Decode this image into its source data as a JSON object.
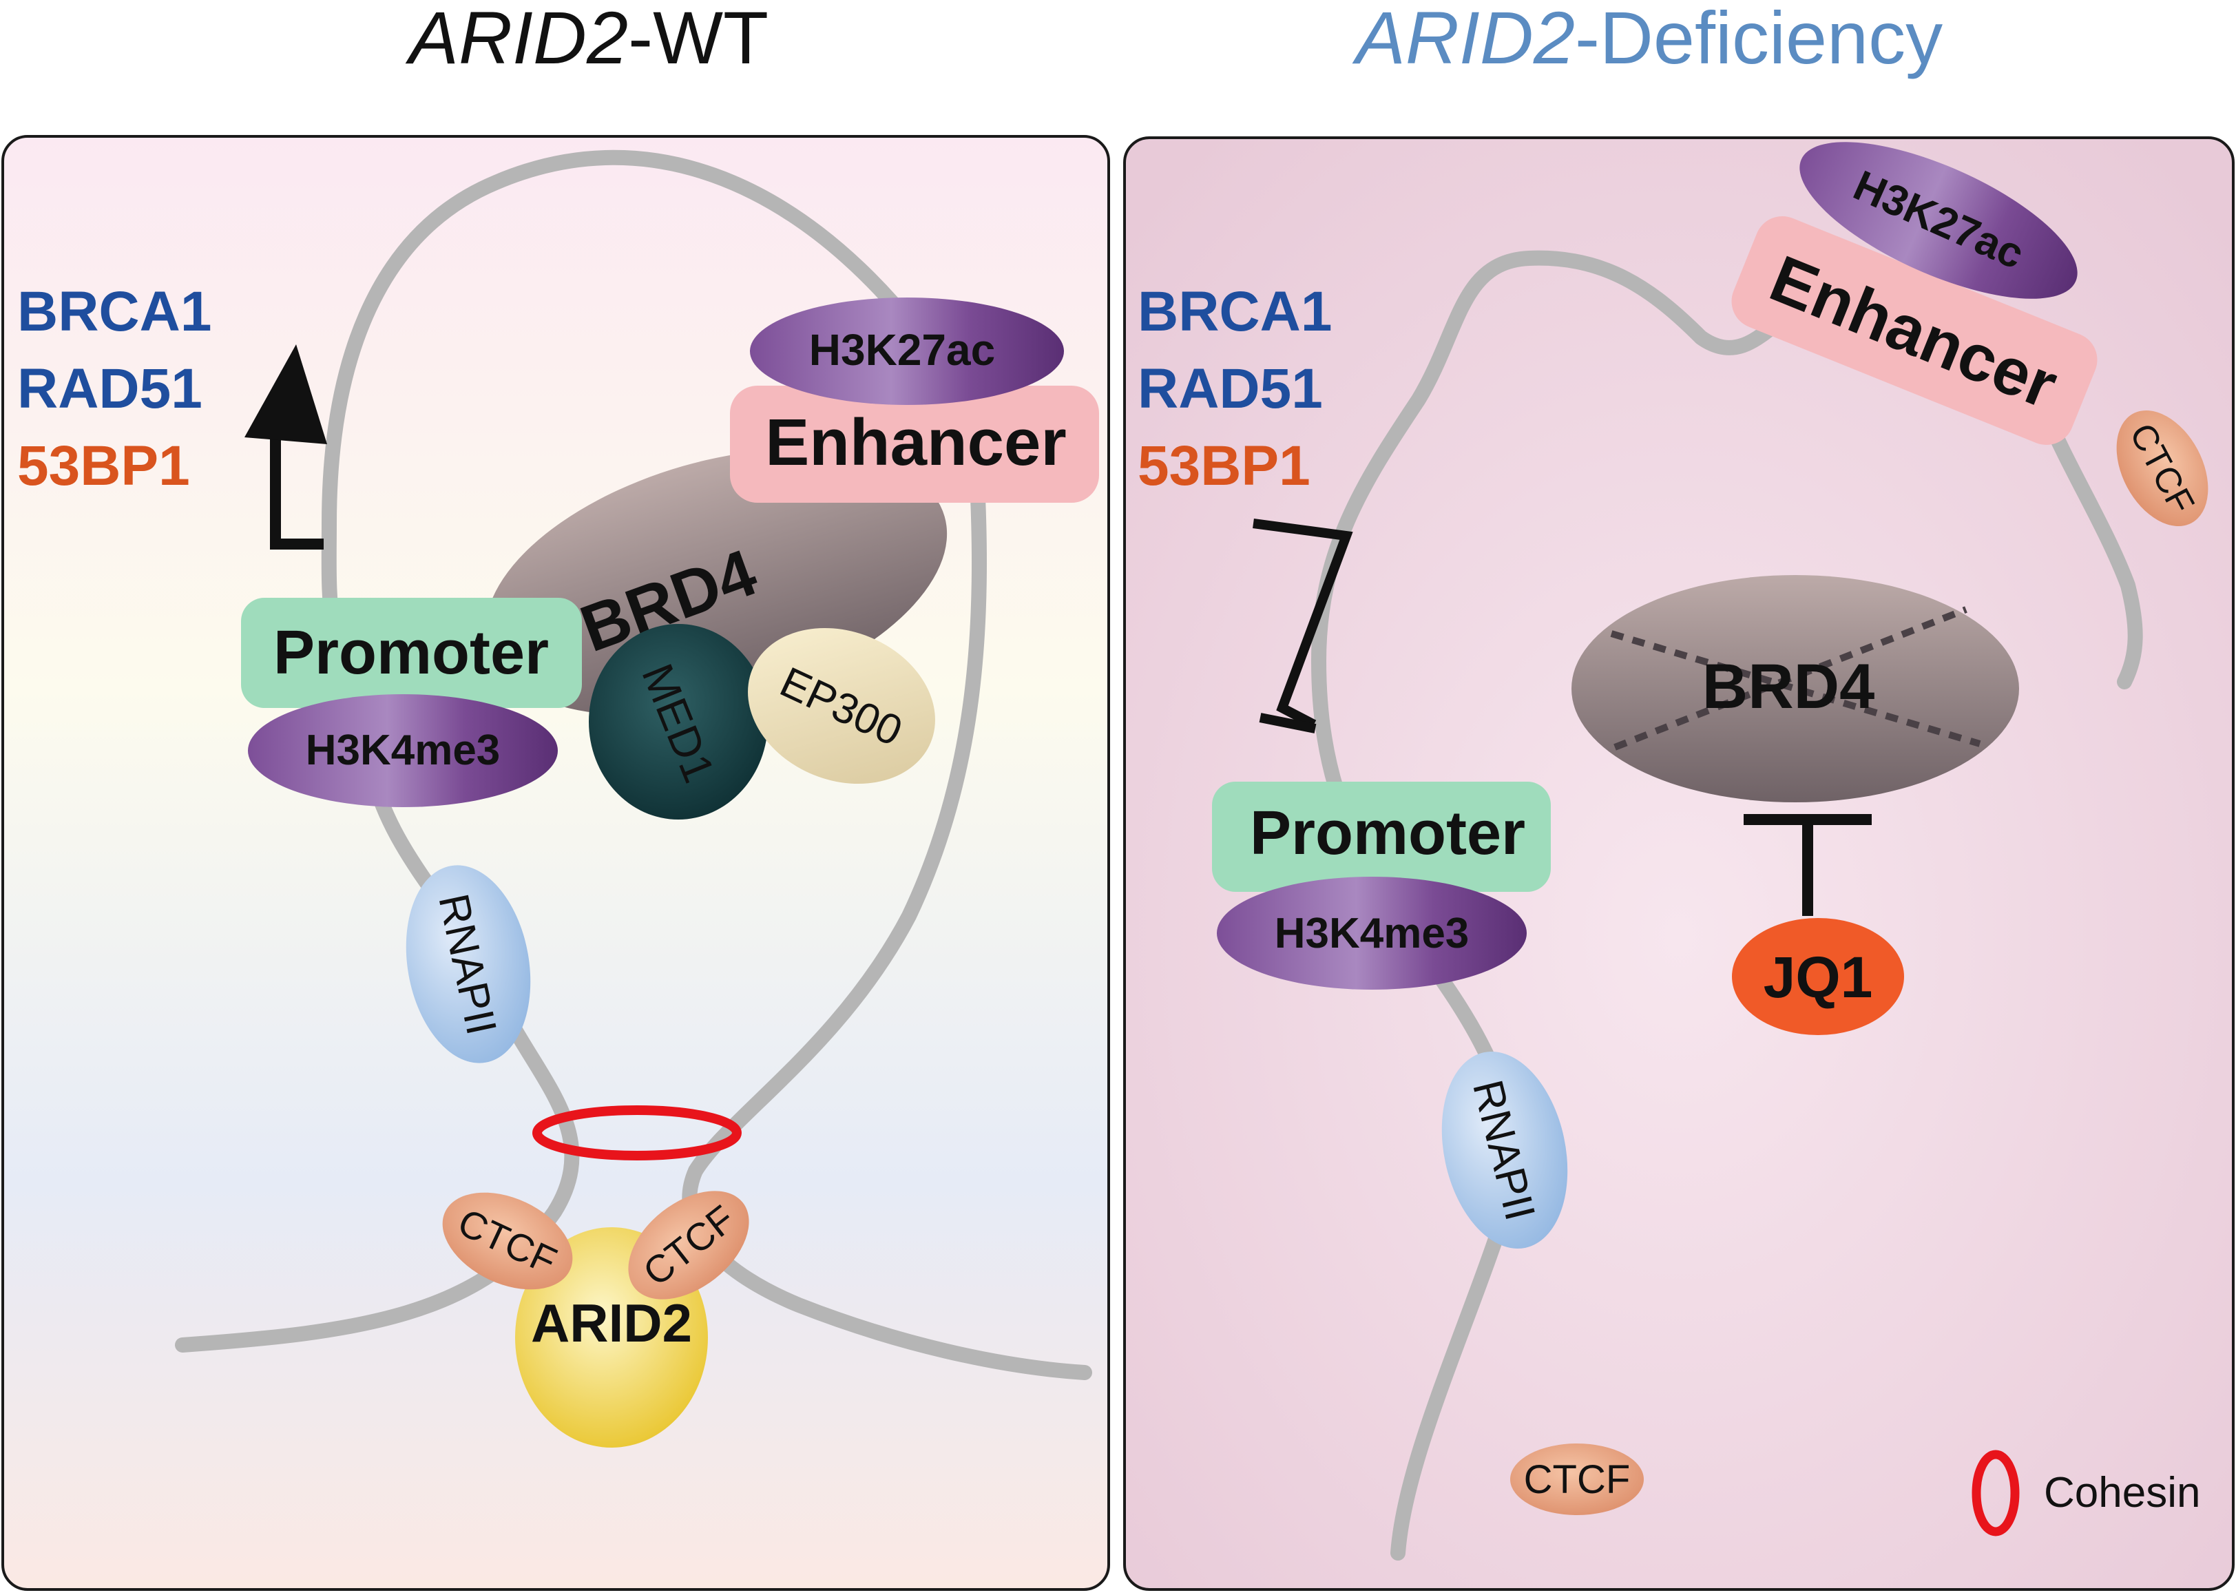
{
  "titles": {
    "left_gene": "ARID2",
    "left_suffix": "-WT",
    "right_gene": "ARID2",
    "right_suffix": "-Deficiency"
  },
  "genes": {
    "brca1": "BRCA1",
    "rad51": "RAD51",
    "p53bp1": "53BP1"
  },
  "labels": {
    "enhancer": "Enhancer",
    "promoter": "Promoter",
    "h3k27ac": "H3K27ac",
    "h3k4me3": "H3K4me3",
    "brd4": "BRD4",
    "med1": "MED1",
    "ep300": "EP300",
    "rnapii": "RNAPII",
    "ctcf": "CTCF",
    "arid2": "ARID2",
    "jq1": "JQ1"
  },
  "legend": {
    "cohesin": "Cohesin"
  },
  "colors": {
    "gene_blue": "#1f4e9e",
    "gene_orange": "#d9541e",
    "title_blue": "#5b8cc2",
    "cohesin_red": "#e8141b",
    "chromatin_gray": "#b8b8b8",
    "enhancer_pink": "#f5b9bd",
    "promoter_green": "#9fdcbc",
    "histone_purple": "#6d3f86",
    "jq1_orange": "#f05a28"
  }
}
